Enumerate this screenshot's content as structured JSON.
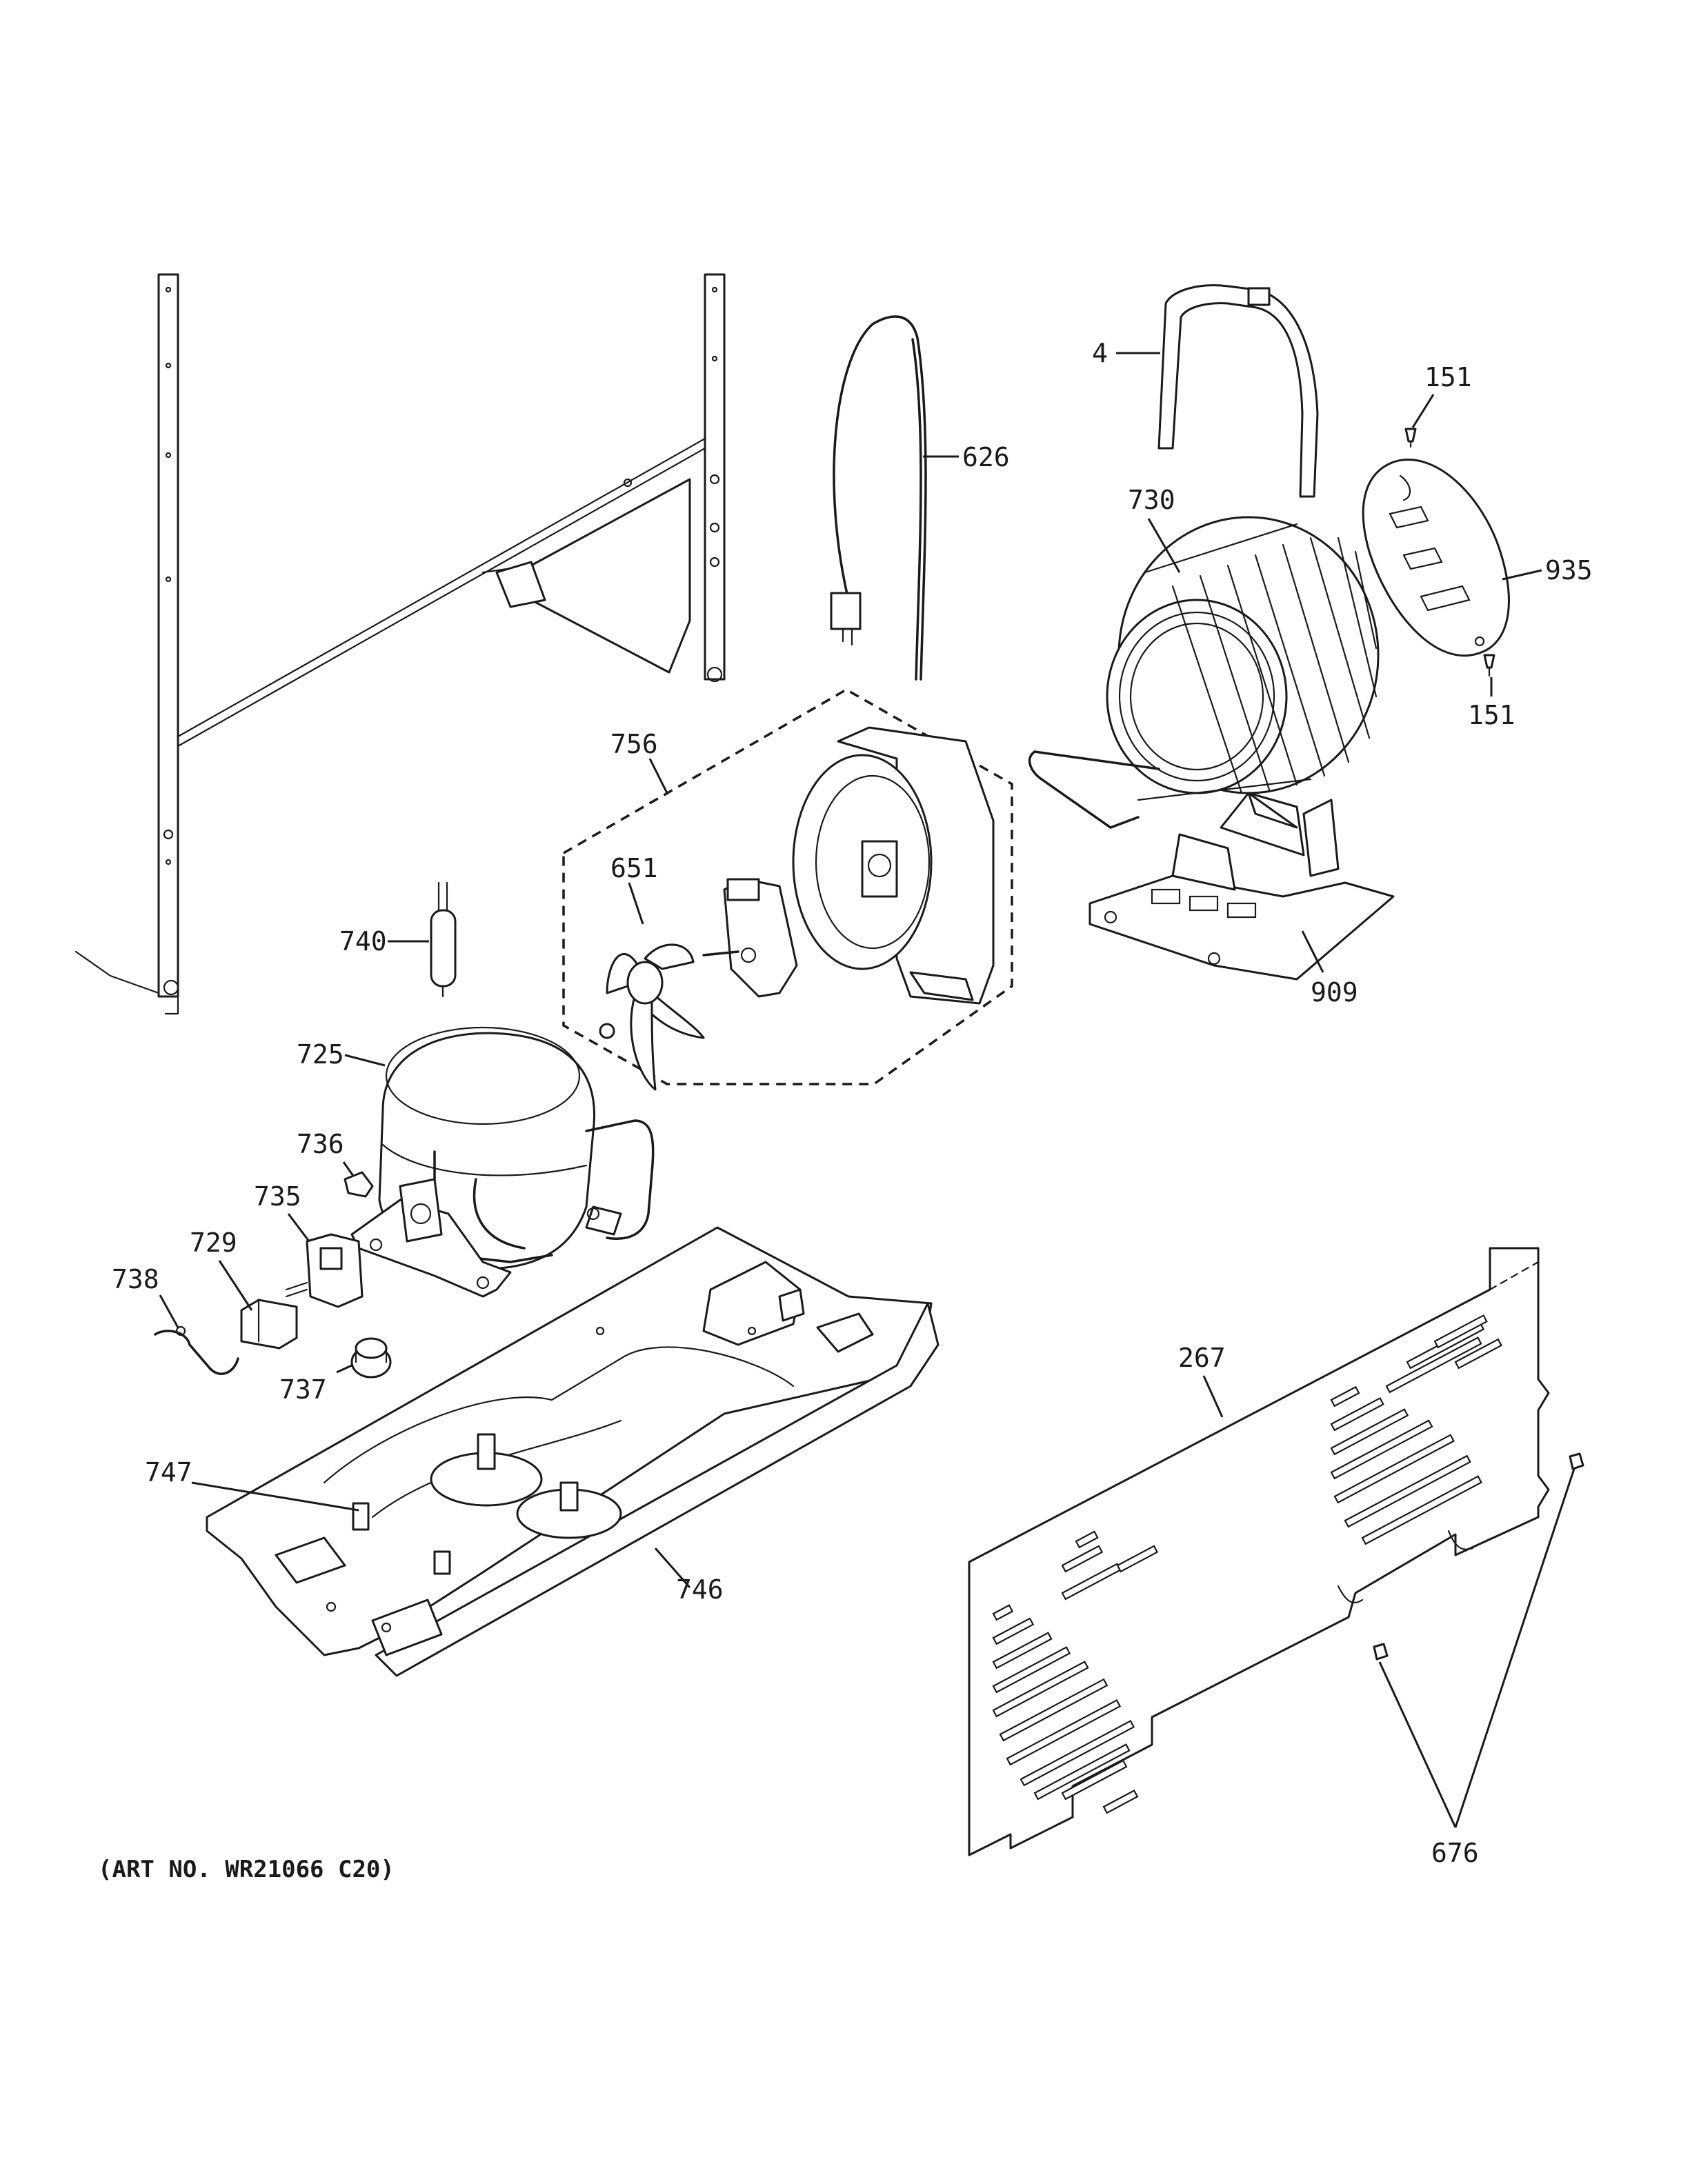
{
  "labels": {
    "l4": "4",
    "l151a": "151",
    "l151b": "151",
    "l626": "626",
    "l730": "730",
    "l935": "935",
    "l756": "756",
    "l651": "651",
    "l740": "740",
    "l909": "909",
    "l725": "725",
    "l736": "736",
    "l735": "735",
    "l729": "729",
    "l738": "738",
    "l737": "737",
    "l267": "267",
    "l747": "747",
    "l746": "746",
    "l676": "676"
  },
  "caption": "(ART NO. WR21066 C20)"
}
